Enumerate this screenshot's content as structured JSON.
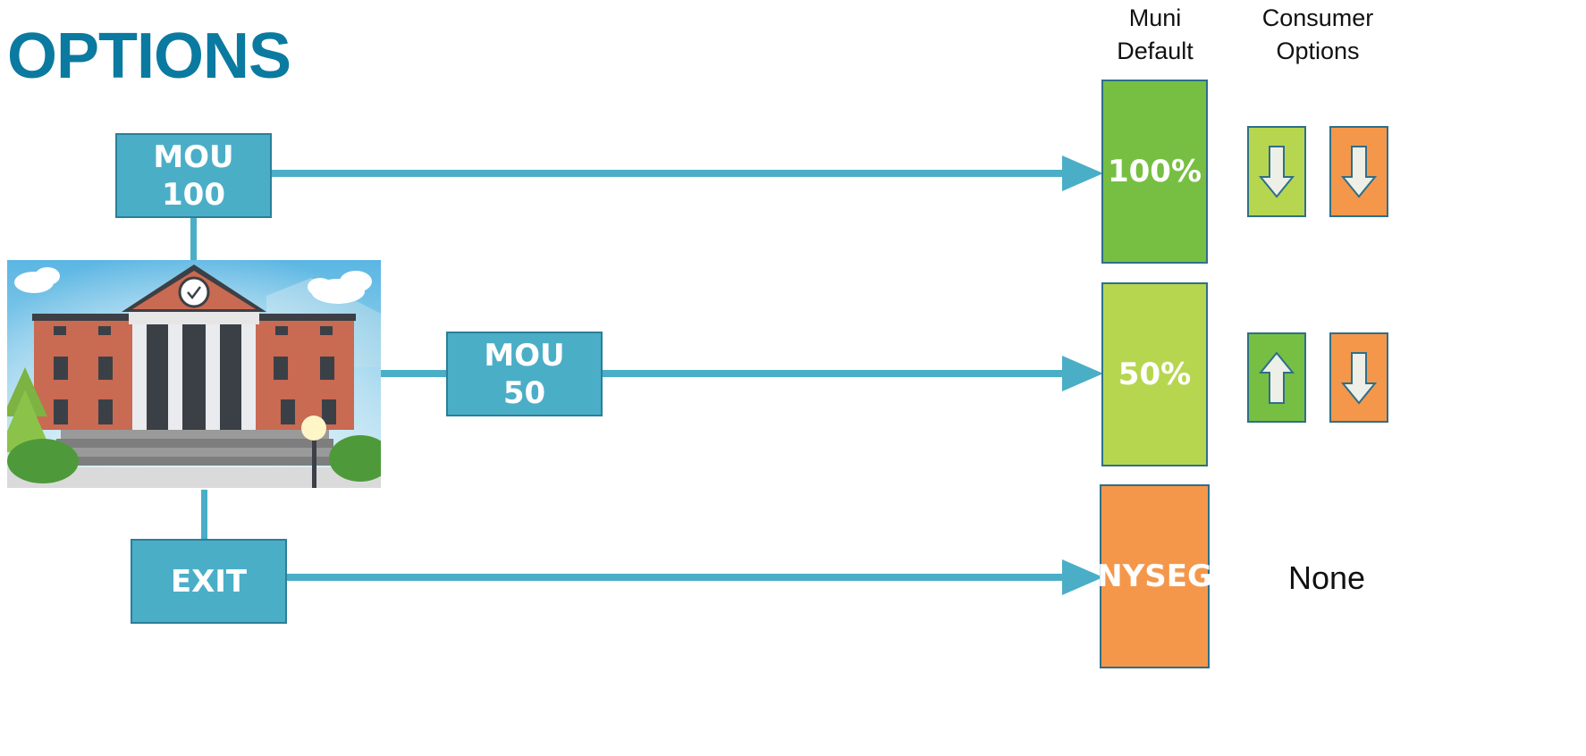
{
  "title": "OPTIONS",
  "columns": {
    "muni_default": "Muni\nDefault",
    "consumer_options": "Consumer\nOptions"
  },
  "boxes": {
    "mou100": "MOU\n100",
    "mou50": "MOU\n50",
    "exit": "EXIT"
  },
  "defaults": {
    "row1": "100%",
    "row2": "50%",
    "row3": "NYSEG"
  },
  "consumer": {
    "row3_none": "None",
    "row1": [
      "arrow-down-icon",
      "arrow-down-icon"
    ],
    "row2": [
      "arrow-up-icon",
      "arrow-down-icon"
    ]
  },
  "colors": {
    "accent": "#4baec7",
    "title": "#0b7aa0",
    "green_dark": "#77bf43",
    "green_light": "#b7d64f",
    "orange": "#f4974a"
  }
}
